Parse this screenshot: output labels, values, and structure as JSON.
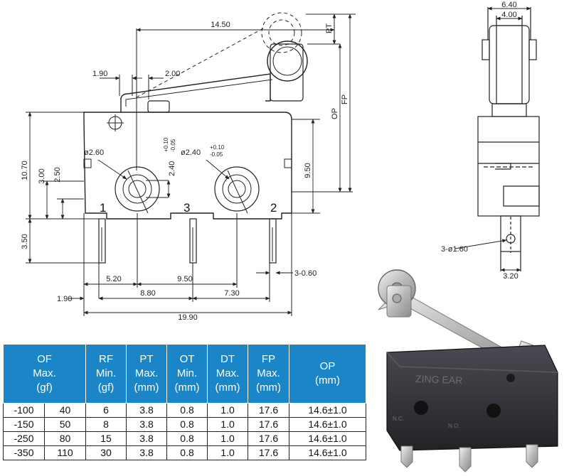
{
  "drawing": {
    "dims_front": {
      "lever_length": "14.50",
      "pt": "PT",
      "op": "OP",
      "fp": "FP",
      "d_190": "1.90",
      "d_200": "2.00",
      "hole_left": "ø2.60",
      "hole_right": "ø2.40",
      "tol_left_plus": "+0.10",
      "tol_left_minus": "-0.05",
      "tol_right_plus": "+0.10",
      "tol_right_minus": "-0.05",
      "d_240": "2.40",
      "h_1070": "10.70",
      "h_300": "3.00",
      "h_250": "2.50",
      "h_950": "9.50",
      "h_350": "3.50",
      "pin_w": "3-0.60",
      "b_520": "5.20",
      "b_950": "9.50",
      "b_190": "1.90",
      "b_880": "8.80",
      "b_730": "7.30",
      "b_1990": "19.90"
    },
    "terminals": {
      "t1": "1",
      "t3": "3",
      "t2": "2"
    },
    "dims_side": {
      "w_640": "6.40",
      "w_400": "4.00",
      "hole": "3-ø1.60",
      "w_320": "3.20"
    }
  },
  "table": {
    "headers": [
      "OF\nMax.\n(gf)",
      "RF\nMin.\n(gf)",
      "PT\nMax.\n(mm)",
      "OT\nMin.\n(mm)",
      "DT\nMax.\n(mm)",
      "FP\nMax.\n(mm)",
      "OP\n(mm)"
    ],
    "rows": [
      [
        "-100",
        "40",
        "6",
        "3.8",
        "0.8",
        "1.0",
        "17.6",
        "14.6±1.0"
      ],
      [
        "-150",
        "50",
        "8",
        "3.8",
        "0.8",
        "1.0",
        "17.6",
        "14.6±1.0"
      ],
      [
        "-250",
        "80",
        "15",
        "3.8",
        "0.8",
        "1.0",
        "17.6",
        "14.6±1.0"
      ],
      [
        "-350",
        "110",
        "30",
        "3.8",
        "0.8",
        "1.0",
        "17.6",
        "14.6±1.0"
      ]
    ]
  },
  "photo": {
    "brand": "ZING EAR",
    "nc_mark": "N.C.",
    "no_mark": "N.O.",
    "body_color": "#2e2e33",
    "lever_color": "#c9c9c9"
  },
  "colors": {
    "header_bg": "#1a86c8",
    "header_text": "#ffffff",
    "line": "#222222"
  }
}
